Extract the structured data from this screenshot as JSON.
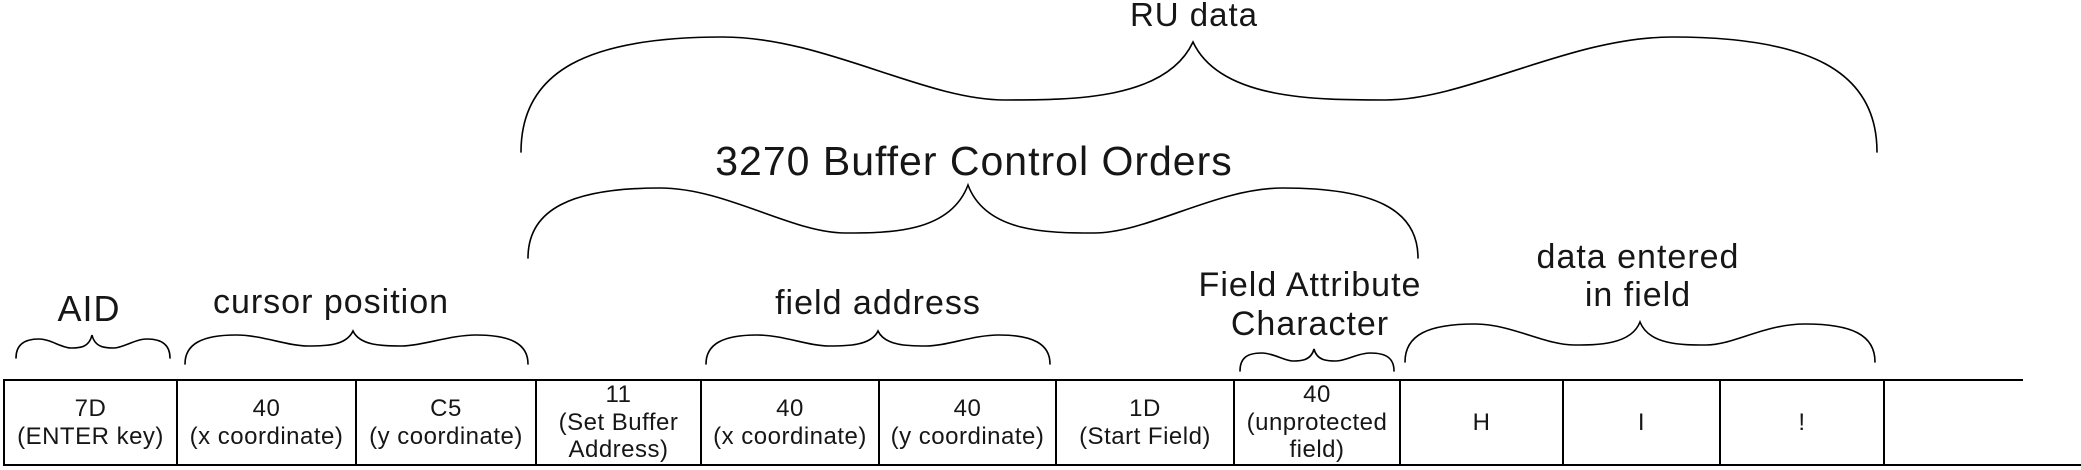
{
  "labels": {
    "ru_data": "RU data",
    "buffer_control_orders": "3270 Buffer Control Orders",
    "aid": "AID",
    "cursor_position": "cursor position",
    "field_address": "field address",
    "field_attribute": {
      "line1": "Field Attribute",
      "line2": "Character"
    },
    "data_entered": {
      "line1": "data entered",
      "line2": "in field"
    }
  },
  "table": {
    "cells": [
      {
        "value": "7D",
        "desc": "(ENTER key)"
      },
      {
        "value": "40",
        "desc": "(x coordinate)"
      },
      {
        "value": "C5",
        "desc": "(y coordinate)"
      },
      {
        "value": "11",
        "desc": "(Set Buffer Address)"
      },
      {
        "value": "40",
        "desc": "(x coordinate)"
      },
      {
        "value": "40",
        "desc": "(y coordinate)"
      },
      {
        "value": "1D",
        "desc": "(Start Field)"
      },
      {
        "value": "40",
        "desc": "(unprotected field)"
      },
      {
        "value": "H",
        "desc": ""
      },
      {
        "value": "I",
        "desc": ""
      },
      {
        "value": "!",
        "desc": ""
      },
      {
        "value": "",
        "desc": ""
      }
    ]
  },
  "colors": {
    "ink": "#000000",
    "background": "#ffffff"
  }
}
